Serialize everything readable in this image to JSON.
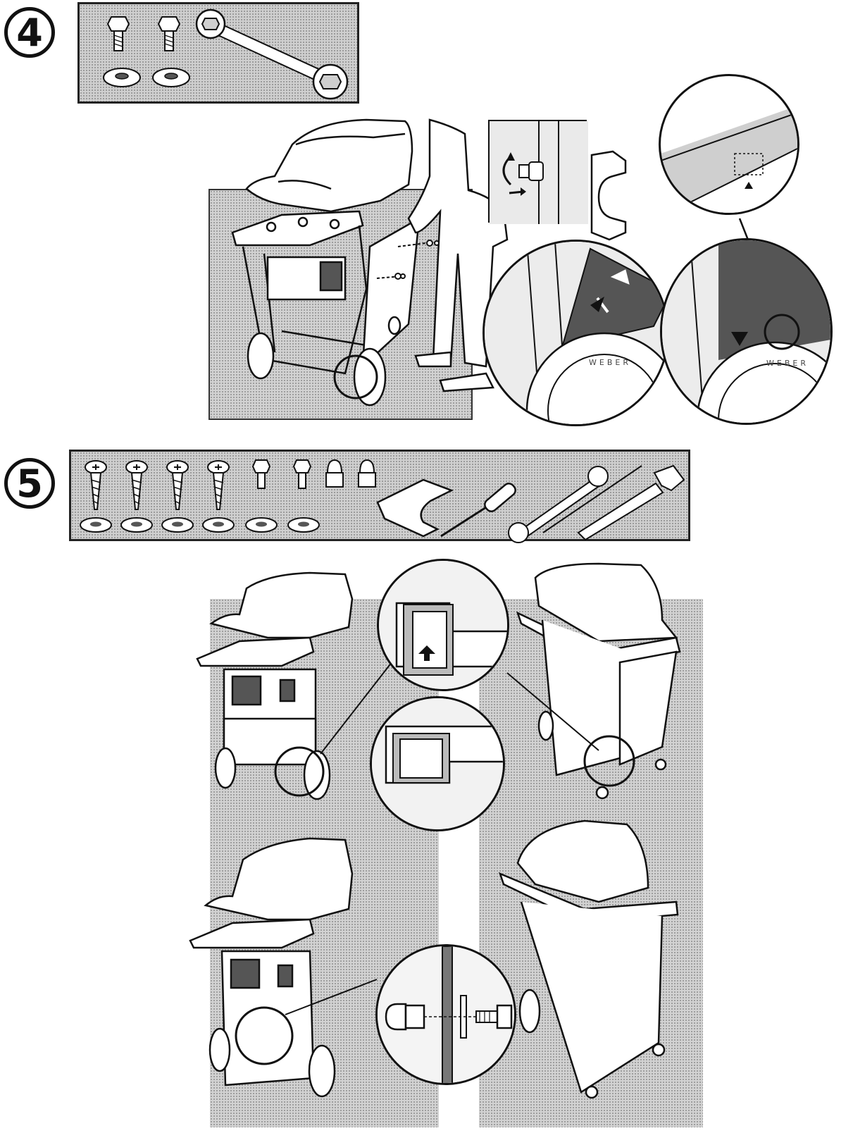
{
  "steps": [
    {
      "number": "4"
    },
    {
      "number": "5"
    }
  ],
  "wheel_brand": "WEBER",
  "icons": {
    "step4_parts": [
      "hex-bolt-icon",
      "hex-bolt-icon",
      "washer-icon",
      "washer-icon",
      "box-wrench-icon"
    ],
    "step5_parts": [
      "phillips-screw-icon",
      "phillips-screw-icon",
      "phillips-screw-icon",
      "phillips-screw-icon",
      "hex-bolt-icon",
      "hex-bolt-icon",
      "cap-nut-icon",
      "cap-nut-icon",
      "washer-icon",
      "washer-icon",
      "washer-icon",
      "washer-icon",
      "washer-icon",
      "washer-icon",
      "spacer-bracket-icon",
      "screwdriver-icon",
      "box-wrench-icon",
      "adjustable-wrench-icon"
    ]
  },
  "colors": {
    "ink": "#111111",
    "panel_gray": "#cfcfcf",
    "dark_fill": "#555555"
  }
}
